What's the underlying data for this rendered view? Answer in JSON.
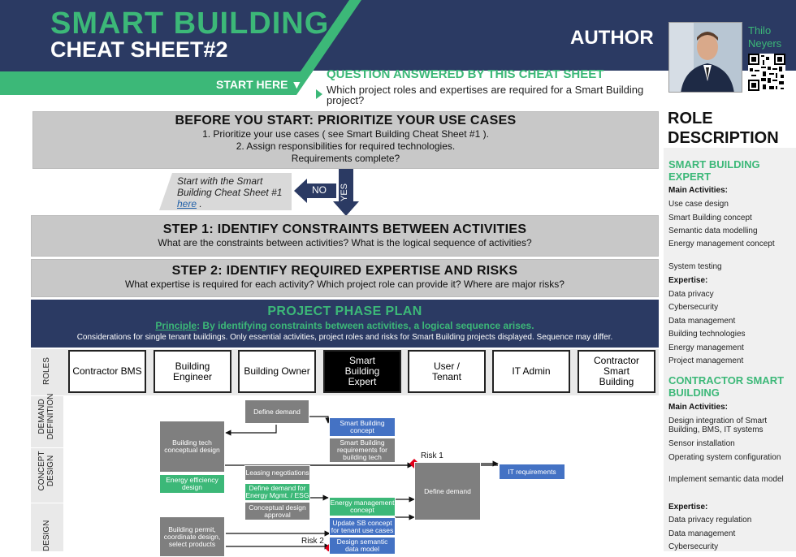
{
  "header": {
    "title_line1": "SMART BUILDING",
    "title_line2": "CHEAT SHEET#2",
    "start_here": "START HERE",
    "author_label": "AUTHOR",
    "author_first": "Thilo",
    "author_last": "Neyers",
    "question_title": "QUESTION ANSWERED BY THIS CHEAT SHEET",
    "question_text": "Which project roles and expertises are required for a Smart Building project?"
  },
  "before": {
    "title": "BEFORE YOU START: PRIORITIZE YOUR USE CASES",
    "line1": "1. Prioritize your use cases ( see Smart Building Cheat Sheet #1 ).",
    "line2": "2. Assign responsibilities for required technologies.",
    "line3": "Requirements complete?",
    "start_with": "Start with the Smart Building Cheat Sheet #1",
    "here": "here",
    "here_suffix": " .",
    "no": "NO",
    "yes": "YES"
  },
  "step1": {
    "title": "STEP 1: IDENTIFY CONSTRAINTS BETWEEN ACTIVITIES",
    "text": "What are the constraints between activities? What is the logical sequence of activities?"
  },
  "step2": {
    "title": "STEP 2: IDENTIFY REQUIRED EXPERTISE AND RISKS",
    "text": "What expertise is required for each activity? Which project role can provide it? Where are major risks?"
  },
  "phase_plan": {
    "title": "PROJECT PHASE PLAN",
    "principle_label": "Principle",
    "principle_text": ": By identifying constraints between activities, a logical sequence arises.",
    "note": "Considerations for single tenant buildings. Only essential activities, project roles and risks for Smart Building projects displayed. Sequence may differ.",
    "rows_label": "ROLES",
    "phases": [
      "DEMAND DEFINITION",
      "CONCEPT DESIGN",
      "DESIGN"
    ],
    "roles": [
      "Contractor BMS",
      "Building Engineer",
      "Building Owner",
      "Smart Building Expert",
      "User / Tenant",
      "IT Admin",
      "Contractor Smart Building"
    ],
    "activities": {
      "define_demand": "Define demand",
      "sb_concept": "Smart Building concept",
      "sb_requirements": "Smart Building requirements for building tech",
      "building_tech": "Building tech conceptual design",
      "leasing": "Leasing negotiations",
      "energy_eff": "Energy efficiency design",
      "define_demand_em": "Define demand for Energy Mgmt. / ESG",
      "concept_approval": "Conceptual design approval",
      "em_concept": "Energy management concept",
      "update_sb": "Update SB concept for tenant use cases",
      "semantic": "Design semantic data model",
      "define_demand_user": "Define demand",
      "it_req": "IT requirements",
      "permit": "Building permit, coordinate design, select products",
      "risk1": "Risk 1",
      "risk2": "Risk 2"
    }
  },
  "sidebar": {
    "title": "ROLE DESCRIPTION",
    "sections": [
      {
        "heading": "SMART BUILDING EXPERT",
        "main_label": "Main Activities:",
        "main": [
          "Use case design",
          "Smart Building concept",
          "Semantic data modelling",
          "Energy management concept",
          "System testing"
        ],
        "exp_label": "Expertise:",
        "expertise": [
          "Data privacy",
          "Cybersecurity",
          "Data management",
          "Building technologies",
          "Energy management",
          "Project management"
        ]
      },
      {
        "heading": "CONTRACTOR SMART BUILDING",
        "main_label": "Main Activities:",
        "main": [
          "Design integration of Smart Building, BMS, IT systems",
          "Sensor installation",
          "Operating system configuration",
          "Implement semantic data model"
        ],
        "exp_label": "Expertise:",
        "expertise": [
          "Data privacy regulation",
          "Data management",
          "Cybersecurity"
        ]
      }
    ]
  },
  "colors": {
    "navy": "#2b3a63",
    "green": "#3cb878",
    "grey": "#7f7f7f",
    "blue": "#4472c4",
    "risk": "#e2001a"
  }
}
